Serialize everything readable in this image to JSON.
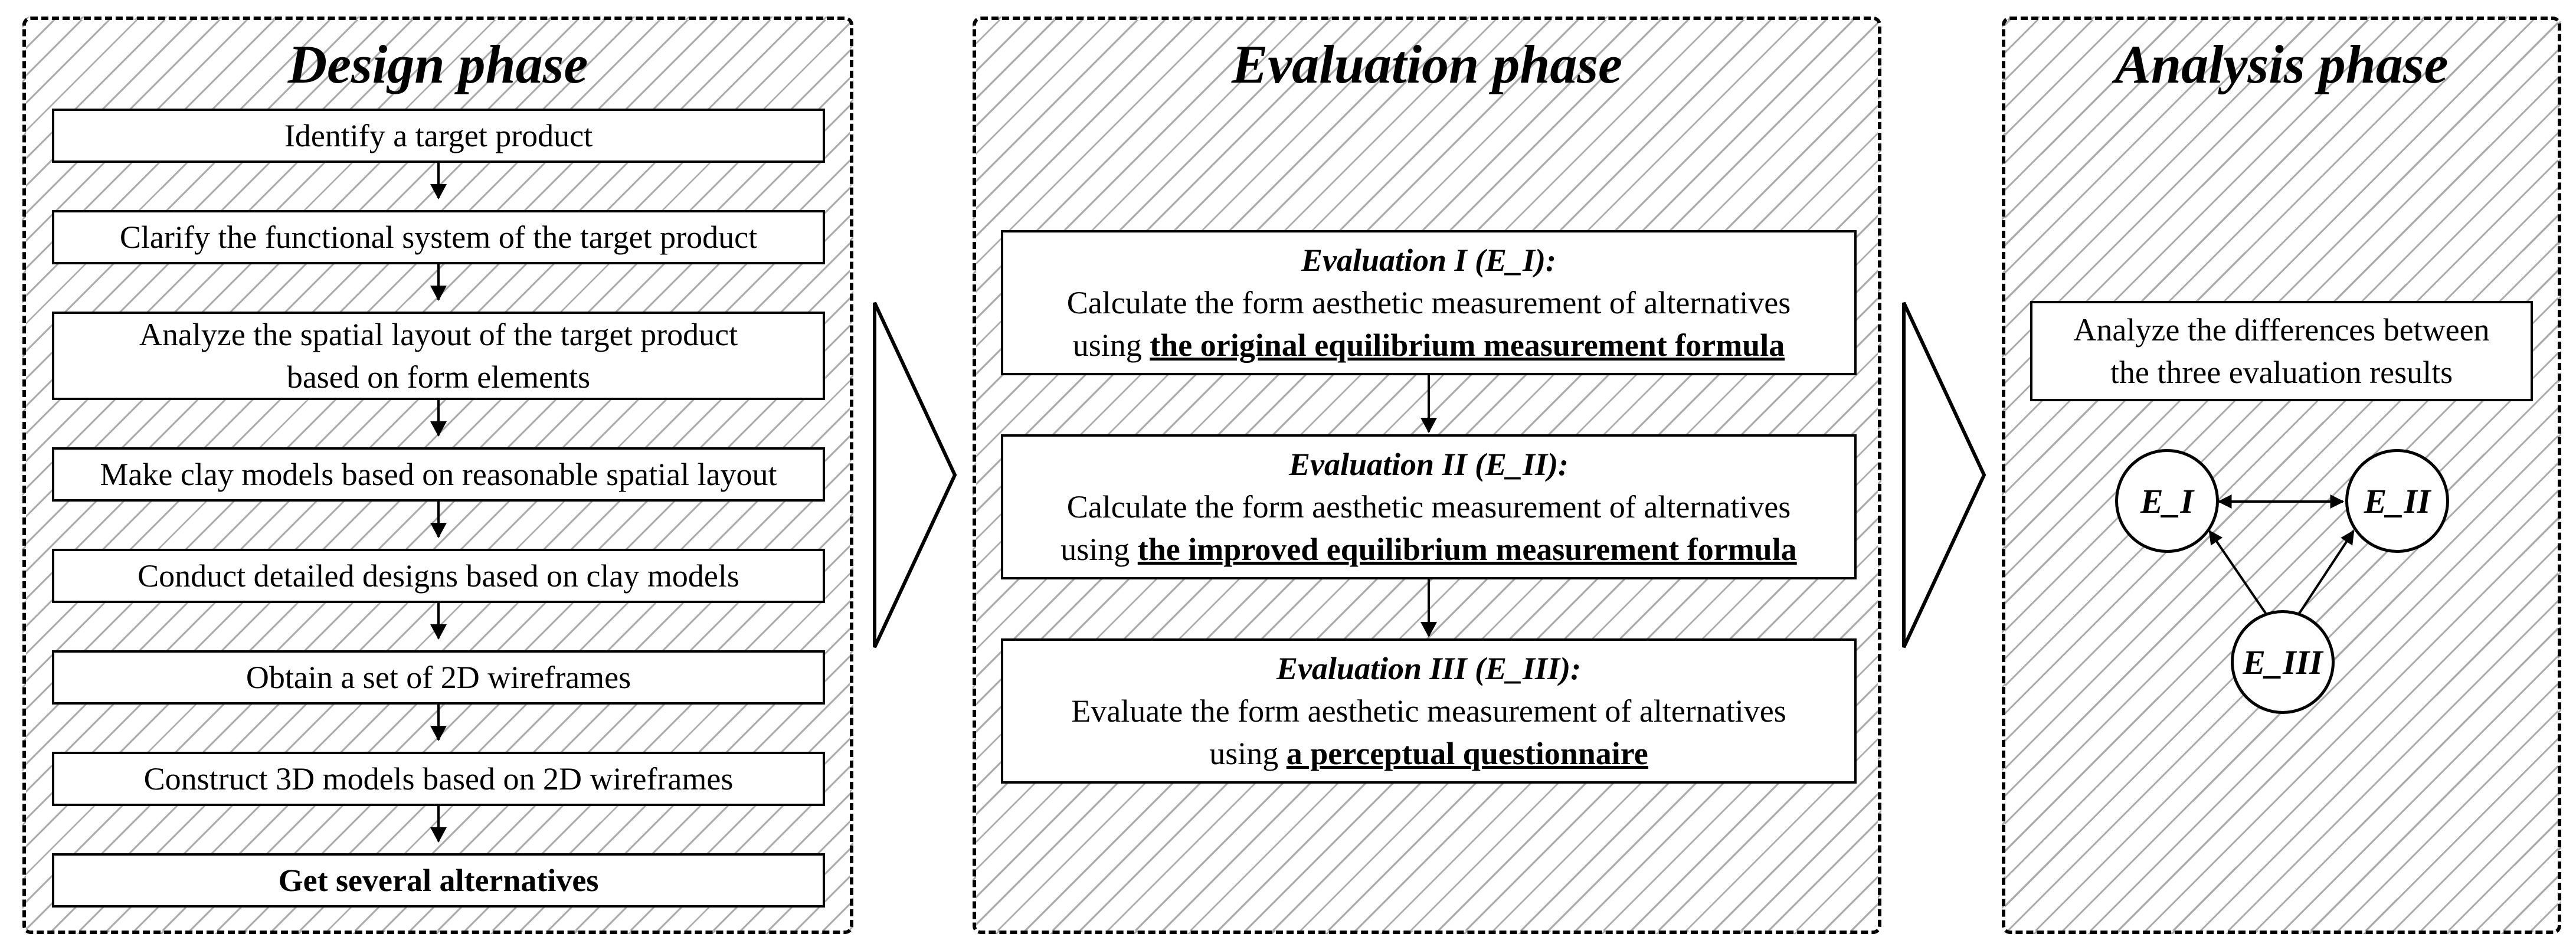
{
  "design_phase": {
    "title": "Design phase",
    "steps": [
      "Identify a target product",
      "Clarify the functional system of the target product",
      "Analyze the spatial layout of the target product",
      "based on form elements",
      "Make clay models based on reasonable spatial layout",
      "Conduct detailed designs based on clay models",
      "Obtain a set of 2D wireframes",
      "Construct 3D models based on 2D wireframes",
      "Get several alternatives"
    ]
  },
  "evaluation_phase": {
    "title": "Evaluation phase",
    "evaluations": [
      {
        "heading": "Evaluation I (E_I):",
        "line1": "Calculate the form aesthetic measurement of alternatives",
        "prefix": "using ",
        "emphasis": "the original equilibrium measurement formula"
      },
      {
        "heading": "Evaluation II (E_II):",
        "line1": "Calculate the form aesthetic measurement of alternatives",
        "prefix": "using ",
        "emphasis": "the improved equilibrium measurement formula"
      },
      {
        "heading": "Evaluation III (E_III):",
        "line1": "Evaluate the form aesthetic measurement of alternatives",
        "prefix": "using ",
        "emphasis": "a perceptual questionnaire"
      }
    ]
  },
  "analysis_phase": {
    "title": "Analysis phase",
    "summary_line1": "Analyze the differences between",
    "summary_line2": "the three evaluation results",
    "nodes": [
      "E_I",
      "E_II",
      "E_III"
    ]
  }
}
